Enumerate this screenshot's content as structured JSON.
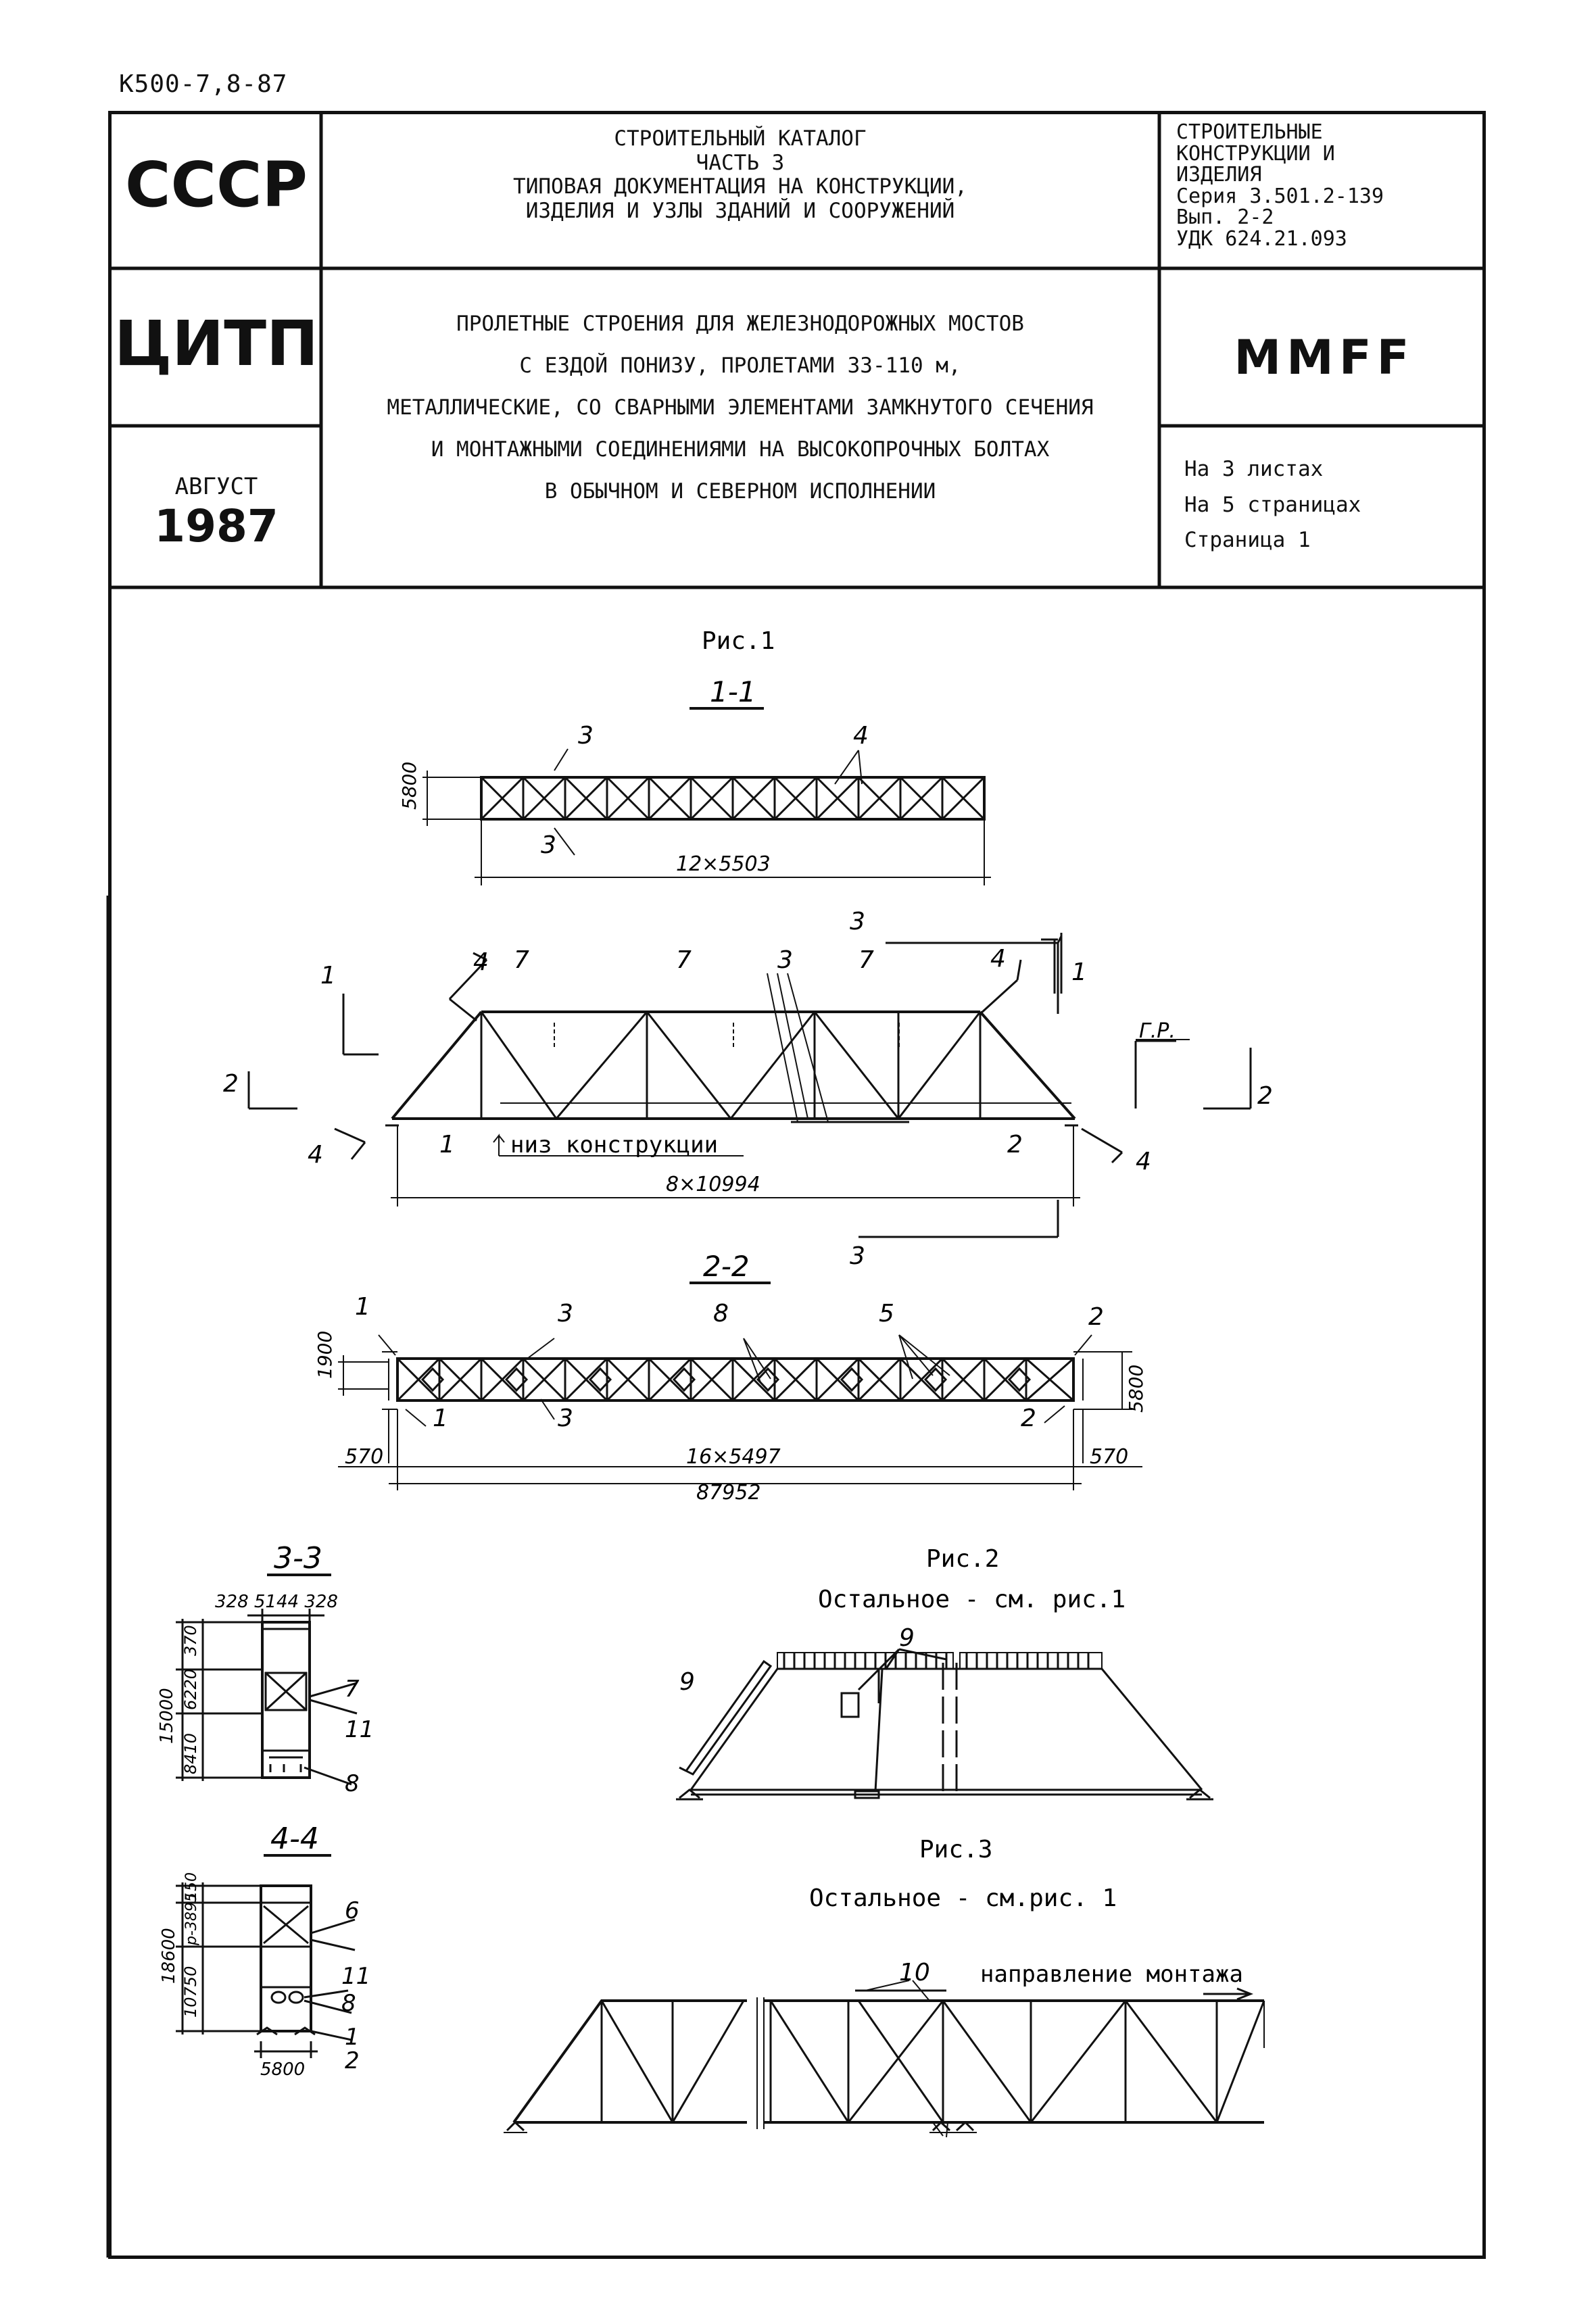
{
  "doc_code": "К500-7,8-87",
  "header": {
    "org1": "СССР",
    "org2": "ЦИТП",
    "month": "АВГУСТ",
    "year": "1987",
    "catalog_title": "СТРОИТЕЛЬНЫЙ КАТАЛОГ\nЧАСТЬ 3\nТИПОВАЯ ДОКУМЕНТАЦИЯ НА КОНСТРУКЦИИ,\nИЗДЕЛИЯ И УЗЛЫ ЗДАНИЙ И СООРУЖЕНИЙ",
    "section": "СТРОИТЕЛЬНЫЕ\nКОНСТРУКЦИИ И\nИЗДЕЛИЯ\nСерия 3.501.2-139\nВып. 2-2\nУДК 624.21.093",
    "product_title": "ПРОЛЕТНЫЕ СТРОЕНИЯ ДЛЯ ЖЕЛЕЗНОДОРОЖНЫХ МОСТОВ\nС ЕЗДОЙ ПОНИЗУ, ПРОЛЕТАМИ 33-110 м,\nМЕТАЛЛИЧЕСКИЕ, СО СВАРНЫМИ ЭЛЕМЕНТАМИ ЗАМКНУТОГО СЕЧЕНИЯ\nИ МОНТАЖНЫМИ СОЕДИНЕНИЯМИ НА ВЫСОКОПРОЧНЫХ БОЛТАХ\nВ ОБЫЧНОМ И СЕВЕРНОМ ИСПОЛНЕНИИ",
    "code": "ММFF",
    "sheets": "На 3 листах\nНа 5 страницах\nСтраница 1"
  },
  "fig1": {
    "caption": "Рис.1",
    "section_1_1": "1-1",
    "dim_12x5503": "12×5503",
    "dim_5800": "5800",
    "dim_8x10994": "8×10994",
    "bottom_label": "низ конструкции",
    "gr_label": "Г.Р.",
    "section_2_2": "2-2",
    "dim_1900": "1900",
    "dim_16x5497": "16×5497",
    "dim_570": "570",
    "dim_87952": "87952"
  },
  "sec3_3": {
    "title": "3-3",
    "dims_top": "328  5144  328",
    "dim_370": "370",
    "dim_6220": "6220",
    "dim_8410": "8410",
    "dim_15000": "15000"
  },
  "sec4_4": {
    "title": "4-4",
    "dim_150": "150",
    "dim_3895": "р-3895",
    "dim_10750": "10750",
    "dim_18600": "18600",
    "dim_5800": "5800"
  },
  "fig2": {
    "caption": "Рис.2",
    "note": "Остальное - см. рис.1"
  },
  "fig3": {
    "caption": "Рис.3",
    "note": "Остальное - см.рис. 1",
    "direction": "направление монтажа"
  },
  "markers": [
    "1",
    "2",
    "3",
    "4",
    "5",
    "6",
    "7",
    "8",
    "9",
    "10",
    "11"
  ]
}
